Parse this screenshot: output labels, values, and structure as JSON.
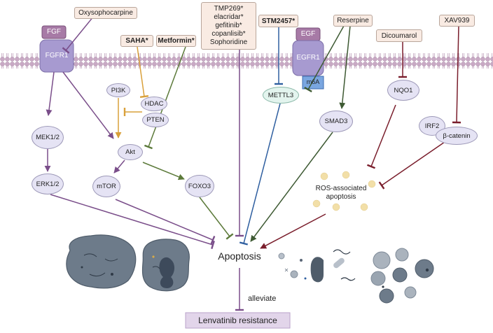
{
  "drugs": {
    "oxysophocarpine": "Oxysophocarpine",
    "multi_line1": "TMP269*",
    "multi_line2": "elacridar*",
    "multi_line3": "gefitinib*",
    "multi_line4": "copanlisib*",
    "multi_line5": "Sophoridine",
    "stm2457": "STM2457*",
    "reserpine": "Reserpine",
    "xav939": "XAV939",
    "dicoumarol": "Dicoumarol",
    "saha": "SAHA*",
    "metformin": "Metformin*"
  },
  "receptors": {
    "fgf": "FGF",
    "fgfr1": "FGFR1",
    "egf": "EGF",
    "egfr1": "EGFR1",
    "m6a": "m6A"
  },
  "nodes": {
    "pi3k": "PI3K",
    "hdac": "HDAC",
    "pten": "PTEN",
    "akt": "Akt",
    "mek": "MEK1/2",
    "erk": "ERK1/2",
    "mtor": "mTOR",
    "foxo3": "FOXO3",
    "mettl3": "METTL3",
    "smad3": "SMAD3",
    "nqo1": "NQO1",
    "irf2": "IRF2",
    "beta_catenin": "β-catenin"
  },
  "ros_line1": "ROS-associated",
  "ros_line2": "apoptosis",
  "apoptosis": "Apoptosis",
  "alleviate": "alleviate",
  "result": "Lenvatinib resistance",
  "colors": {
    "purple_arrow": "#7a4e8a",
    "orange": "#d9a03a",
    "green": "#5c7a3a",
    "dark_green": "#3e5a33",
    "dark_red": "#7a1e2c",
    "blue": "#2f5fa0",
    "node_fill": "#e5e3f4",
    "drug_fill": "#f9ebe3",
    "membrane": "#bf9dbc",
    "result_fill": "#e2d5ea"
  }
}
